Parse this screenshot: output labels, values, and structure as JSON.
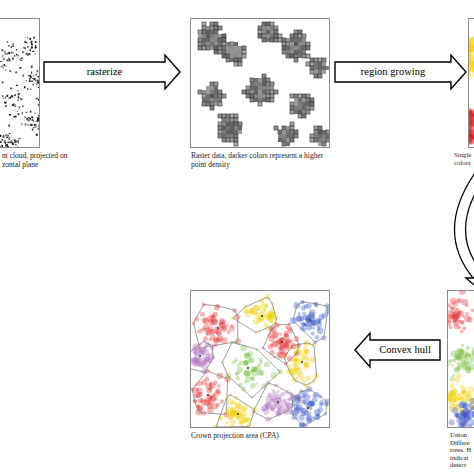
{
  "diagram": {
    "nodes": [
      {
        "text": [
          "nt cloud, projected on zontal plane"
        ]
      },
      {
        "text": [
          "Raster data, darker colors represent a higher point density"
        ]
      },
      {
        "text": [
          "Single colors"
        ]
      },
      {
        "text": [
          "Crown projection area (CPA)"
        ]
      },
      {
        "text": [
          "Union Differe trees. H indicat detect"
        ]
      }
    ],
    "edges": [
      {
        "from": 0,
        "to": 1,
        "arrow": "to",
        "label": "rasterize"
      },
      {
        "from": 1,
        "to": 2,
        "arrow": "to",
        "label": "region growing"
      },
      {
        "from": 2,
        "to": 4,
        "arrow": "to"
      },
      {
        "from": 4,
        "to": 3,
        "arrow": "to",
        "label": "Convex hull"
      }
    ]
  }
}
